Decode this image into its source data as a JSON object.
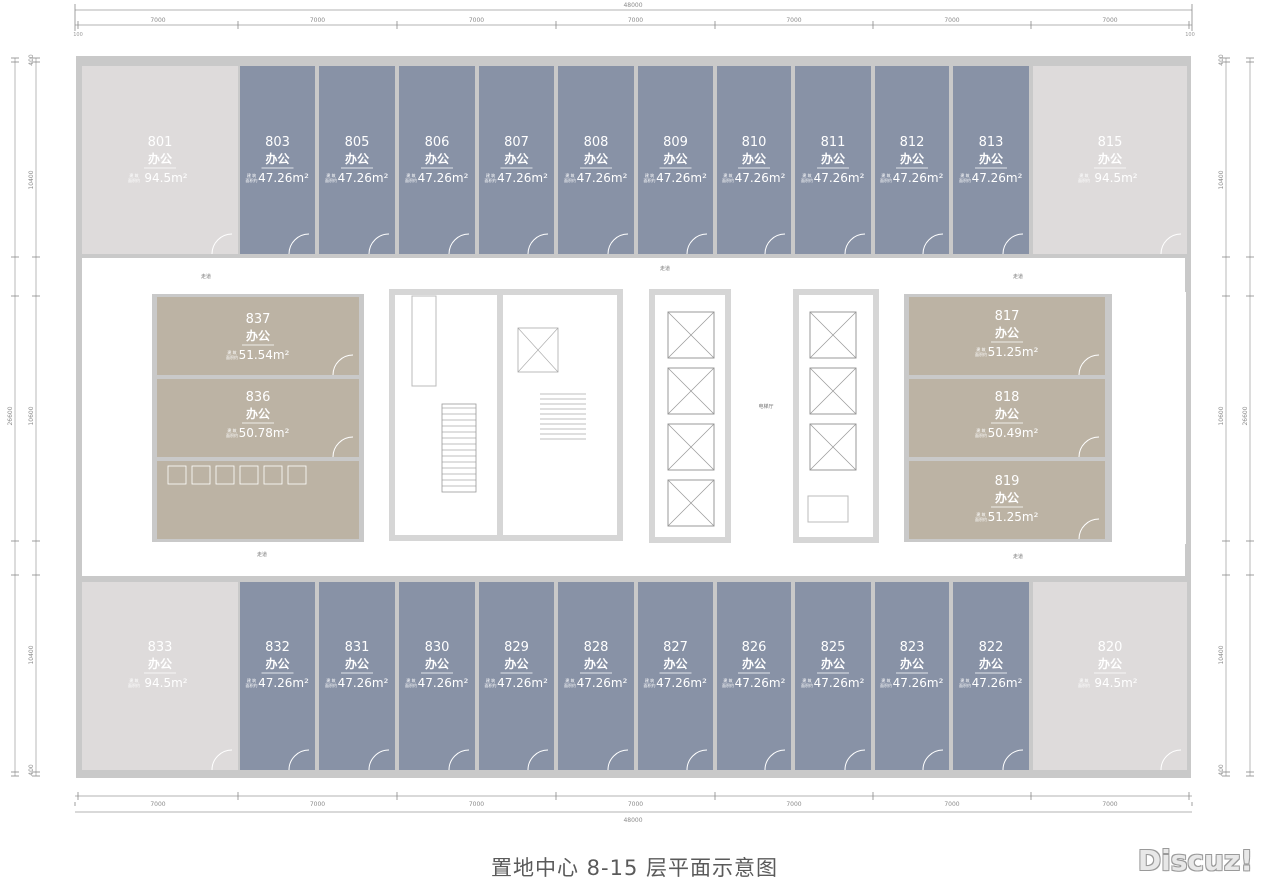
{
  "caption": "置地中心 8-15 层平面示意图",
  "watermark": "Discuz!",
  "colors": {
    "office_blue": "#8892a6",
    "office_corner": "#dedbdb",
    "office_tan": "#bcb3a4",
    "wall": "#c9c9c9",
    "corridor": "#ffffff",
    "line": "#888888"
  },
  "room_type": "办公",
  "area_label": "建 筑\n面积约",
  "dimensions": {
    "total": "48000",
    "bay": "7000",
    "edge": "100",
    "vert_total": "26600",
    "vert_mid": "10600",
    "vert_side": "10400",
    "vert_small": "400"
  },
  "rooms": {
    "top_row": [
      {
        "number": "801",
        "area": "94.5m²",
        "kind": "corner"
      },
      {
        "number": "803",
        "area": "47.26m²",
        "kind": "blue"
      },
      {
        "number": "805",
        "area": "47.26m²",
        "kind": "blue"
      },
      {
        "number": "806",
        "area": "47.26m²",
        "kind": "blue"
      },
      {
        "number": "807",
        "area": "47.26m²",
        "kind": "blue"
      },
      {
        "number": "808",
        "area": "47.26m²",
        "kind": "blue"
      },
      {
        "number": "809",
        "area": "47.26m²",
        "kind": "blue"
      },
      {
        "number": "810",
        "area": "47.26m²",
        "kind": "blue"
      },
      {
        "number": "811",
        "area": "47.26m²",
        "kind": "blue"
      },
      {
        "number": "812",
        "area": "47.26m²",
        "kind": "blue"
      },
      {
        "number": "813",
        "area": "47.26m²",
        "kind": "blue"
      },
      {
        "number": "815",
        "area": "94.5m²",
        "kind": "corner"
      }
    ],
    "bottom_row": [
      {
        "number": "833",
        "area": "94.5m²",
        "kind": "corner"
      },
      {
        "number": "832",
        "area": "47.26m²",
        "kind": "blue"
      },
      {
        "number": "831",
        "area": "47.26m²",
        "kind": "blue"
      },
      {
        "number": "830",
        "area": "47.26m²",
        "kind": "blue"
      },
      {
        "number": "829",
        "area": "47.26m²",
        "kind": "blue"
      },
      {
        "number": "828",
        "area": "47.26m²",
        "kind": "blue"
      },
      {
        "number": "827",
        "area": "47.26m²",
        "kind": "blue"
      },
      {
        "number": "826",
        "area": "47.26m²",
        "kind": "blue"
      },
      {
        "number": "825",
        "area": "47.26m²",
        "kind": "blue"
      },
      {
        "number": "823",
        "area": "47.26m²",
        "kind": "blue"
      },
      {
        "number": "822",
        "area": "47.26m²",
        "kind": "blue"
      },
      {
        "number": "820",
        "area": "94.5m²",
        "kind": "corner"
      }
    ],
    "left_block": [
      {
        "number": "837",
        "area": "51.54m²"
      },
      {
        "number": "836",
        "area": "50.78m²"
      }
    ],
    "right_block": [
      {
        "number": "817",
        "area": "51.25m²"
      },
      {
        "number": "818",
        "area": "50.49m²"
      },
      {
        "number": "819",
        "area": "51.25m²"
      }
    ]
  }
}
